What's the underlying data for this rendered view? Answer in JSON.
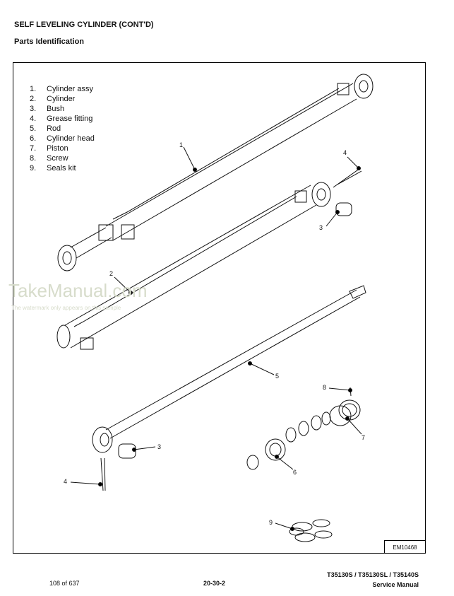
{
  "header": {
    "title": "SELF LEVELING CYLINDER (CONT'D)",
    "subtitle": "Parts Identification"
  },
  "legend": [
    {
      "num": "1.",
      "label": "Cylinder assy"
    },
    {
      "num": "2.",
      "label": "Cylinder"
    },
    {
      "num": "3.",
      "label": "Bush"
    },
    {
      "num": "4.",
      "label": "Grease fitting"
    },
    {
      "num": "5.",
      "label": "Rod"
    },
    {
      "num": "6.",
      "label": "Cylinder head"
    },
    {
      "num": "7.",
      "label": "Piston"
    },
    {
      "num": "8.",
      "label": "Screw"
    },
    {
      "num": "9.",
      "label": "Seals kit"
    }
  ],
  "callouts": [
    "1",
    "4",
    "3",
    "2",
    "5",
    "8",
    "7",
    "3",
    "6",
    "4",
    "9"
  ],
  "figure_id": "EM10468",
  "watermark": {
    "brand": "TakeManual.com",
    "note": "The watermark only appears on this sample"
  },
  "footer": {
    "page": "108 of 637",
    "section": "20-30-2",
    "models": "T35130S / T35130SL / T35140S",
    "doc": "Service Manual"
  }
}
